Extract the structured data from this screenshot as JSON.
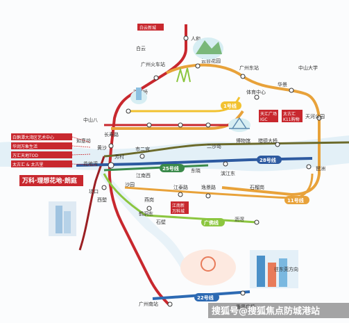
{
  "lines": {
    "1": "1号线",
    "25": "25号线",
    "28": "28号线",
    "11": "11号线",
    "guangfo": "广佛线",
    "22": "22号线"
  },
  "stations": {
    "renhe": "人和",
    "baiyun": "白云",
    "guangzhou_huochezhan": "广州火车站",
    "yunshan": "云台花园",
    "guangzhou_dongzhan": "广州东站",
    "tiyu_zhongxin": "体育中心",
    "huajing": "华景",
    "tianhe_gongyuan": "天河公园",
    "caihongqiao": "彩虹桥",
    "zhongshanba": "中山八",
    "changshoulu": "长寿路",
    "ruyifang": "如意坊",
    "huangsha": "黄沙",
    "kengkou": "花地湾",
    "fangcun": "芳村",
    "shiergong": "市二宫",
    "ershadao": "二沙岛",
    "bowuguan": "博物馆",
    "liede_daqiao": "猎德大桥",
    "dongsha": "东晓",
    "binjiang_dong": "滨江东",
    "pazhou": "琶洲",
    "jiangnanxi": "江南西",
    "shayong": "沙园",
    "kengkou2": "坑口",
    "xilang": "西塱",
    "yanyi": "燕岗",
    "jiangtaixi": "江泰路",
    "yijinglu": "逸景路",
    "shiliangang": "石榴岗",
    "lijiao": "沥滘",
    "shijiao": "石壁",
    "hedong": "鹤洞东",
    "guangzhou_nanzhan": "广州南站",
    "fanyu_guangchang": "番禺广场"
  },
  "tags": {
    "baiyun_xincheng": "白云新城",
    "tianhe_plaza": [
      "天汇广场",
      "IGC"
    ],
    "taigu_hui": [
      "太古汇",
      "K11购物"
    ],
    "left": [
      "白鹅潭大湾区艺术中心",
      "华润万象生活",
      "万汇天地TOD",
      "太古汇 & 太古里"
    ],
    "project": "万科·理想花地·朗庭",
    "jiangtai": [
      "江南新",
      "万科城"
    ]
  },
  "labels": {
    "uni_1": "中山大学",
    "direction": "往东莞方向"
  },
  "watermark": "搜狐号@搜狐焦点防城港站"
}
